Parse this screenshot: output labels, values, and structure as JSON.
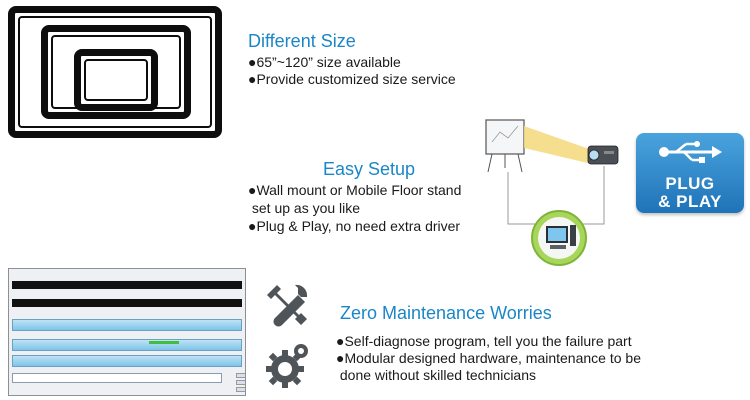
{
  "different_size": {
    "heading": "Different Size",
    "lines": [
      "●65”~120” size available",
      "●Provide customized size service"
    ]
  },
  "easy_setup": {
    "heading": "Easy Setup",
    "lines": [
      "●Wall mount or Mobile Floor stand",
      " set up as you like",
      "●Plug & Play, no need extra driver"
    ]
  },
  "plug_play": {
    "line1": "PLUG",
    "line2": "& PLAY"
  },
  "zero_maintenance": {
    "heading": "Zero Maintenance Worries",
    "lines": [
      "●Self-diagnose program, tell you the failure part",
      "●Modular designed hardware, maintenance to be",
      " done without skilled technicians"
    ]
  },
  "icons": {
    "tools": "wrench-screwdriver-icon",
    "gears": "gears-icon",
    "usb": "usb-icon",
    "projector": "projector-icon",
    "whiteboard": "whiteboard-icon",
    "computer": "computer-icon"
  },
  "colors": {
    "heading": "#1a86c8",
    "badge": "#1f73b8",
    "green": "#9ad14a"
  }
}
